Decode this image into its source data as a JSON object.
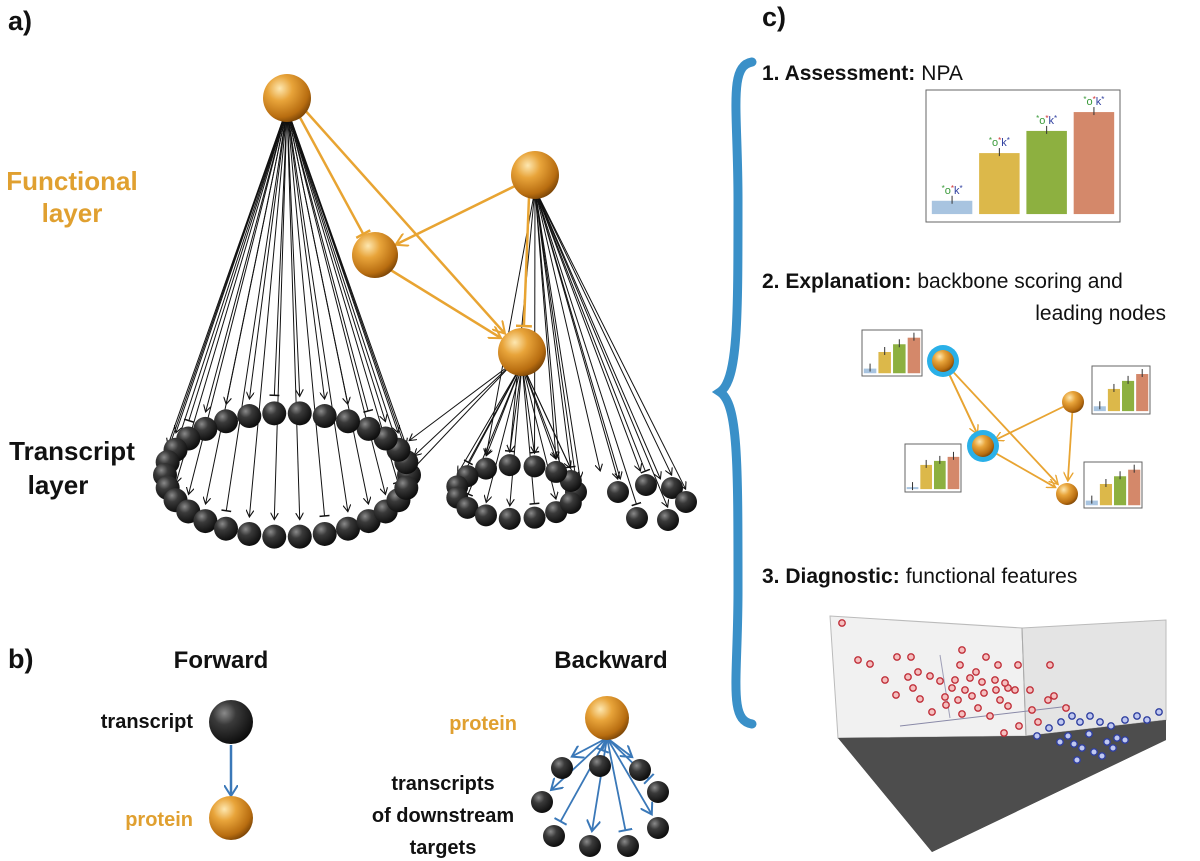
{
  "panel_labels": {
    "a": "a)",
    "b": "b)",
    "c": "c)"
  },
  "panel_a": {
    "functional_layer": [
      "Functional",
      "layer"
    ],
    "transcript_layer": [
      "Transcript",
      "layer"
    ]
  },
  "panel_b": {
    "forward_title": "Forward",
    "backward_title": "Backward",
    "transcript": "transcript",
    "protein": "protein",
    "protein_backward": "protein",
    "downstream": [
      "transcripts",
      "of downstream",
      "targets"
    ]
  },
  "panel_c": {
    "step1": {
      "bold": "1. Assessment:",
      "rest": "NPA"
    },
    "step2": {
      "bold": "2. Explanation:",
      "rest": "backbone scoring and",
      "rest2": "leading nodes"
    },
    "step3": {
      "bold": "3. Diagnostic:",
      "rest": "functional features"
    },
    "bar_chart": {
      "bars": [
        {
          "value": 0.12,
          "color": "#a8c4e0",
          "stars": "*o*k*"
        },
        {
          "value": 0.55,
          "color": "#dcb84a",
          "stars": "*o*k*"
        },
        {
          "value": 0.75,
          "color": "#8db040",
          "stars": "*o*k*"
        },
        {
          "value": 0.92,
          "color": "#d4886a",
          "stars": "*o*k*"
        }
      ]
    }
  },
  "colors": {
    "orange": "#e0a030",
    "orange_line": "#e8a432",
    "black_node": "#222222",
    "blue_arrow": "#3a78b8",
    "brace": "#3a90c8",
    "highlight": "#2ab0e8",
    "red_point": "#c0303a",
    "blue_point": "#3040a0"
  }
}
